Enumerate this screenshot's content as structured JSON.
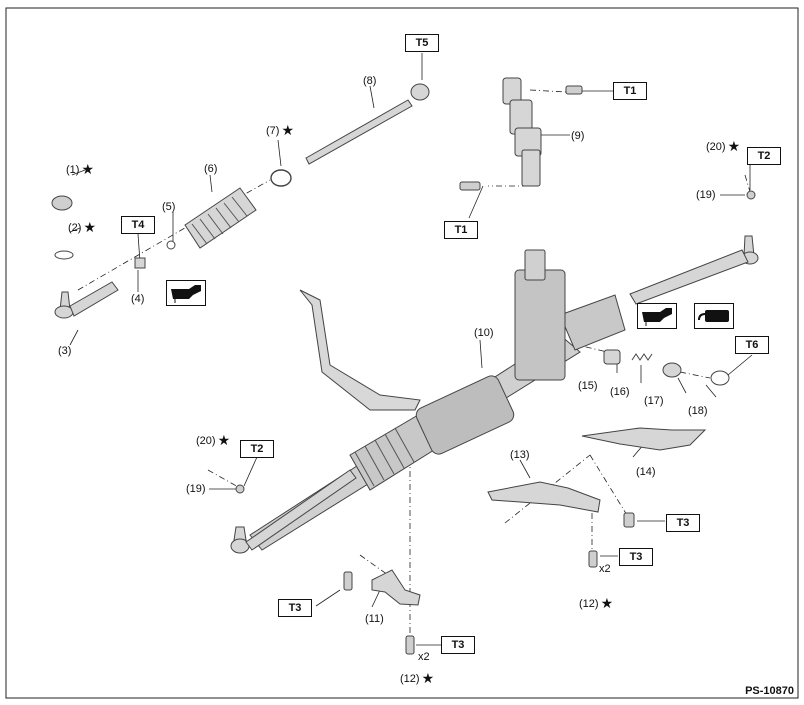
{
  "diagram": {
    "code": "PS-10870",
    "colors": {
      "part_fill": "#d6d6d6",
      "part_stroke": "#444444",
      "line": "#222222"
    },
    "parts": [
      {
        "id": "p1",
        "text": "(1)",
        "star": true
      },
      {
        "id": "p2",
        "text": "(2)",
        "star": true
      },
      {
        "id": "p3",
        "text": "(3)",
        "star": false
      },
      {
        "id": "p4",
        "text": "(4)",
        "star": false
      },
      {
        "id": "p5",
        "text": "(5)",
        "star": false
      },
      {
        "id": "p6",
        "text": "(6)",
        "star": false
      },
      {
        "id": "p7",
        "text": "(7)",
        "star": true
      },
      {
        "id": "p8",
        "text": "(8)",
        "star": false
      },
      {
        "id": "p9",
        "text": "(9)",
        "star": false
      },
      {
        "id": "p10",
        "text": "(10)",
        "star": false
      },
      {
        "id": "p11",
        "text": "(11)",
        "star": false
      },
      {
        "id": "p12a",
        "text": "(12)",
        "star": true
      },
      {
        "id": "p12b",
        "text": "(12)",
        "star": true
      },
      {
        "id": "p13",
        "text": "(13)",
        "star": false
      },
      {
        "id": "p14",
        "text": "(14)",
        "star": false
      },
      {
        "id": "p15",
        "text": "(15)",
        "star": false
      },
      {
        "id": "p16",
        "text": "(16)",
        "star": false
      },
      {
        "id": "p17",
        "text": "(17)",
        "star": false
      },
      {
        "id": "p18",
        "text": "(18)",
        "star": false
      },
      {
        "id": "p19a",
        "text": "(19)",
        "star": false
      },
      {
        "id": "p19b",
        "text": "(19)",
        "star": false
      },
      {
        "id": "p20a",
        "text": "(20)",
        "star": true
      },
      {
        "id": "p20b",
        "text": "(20)",
        "star": true
      }
    ],
    "torques": [
      {
        "id": "t5",
        "text": "T5"
      },
      {
        "id": "t1a",
        "text": "T1"
      },
      {
        "id": "t1b",
        "text": "T1"
      },
      {
        "id": "t2a",
        "text": "T2"
      },
      {
        "id": "t4",
        "text": "T4"
      },
      {
        "id": "t6",
        "text": "T6"
      },
      {
        "id": "t2b",
        "text": "T2"
      },
      {
        "id": "t3a",
        "text": "T3"
      },
      {
        "id": "t3b",
        "text": "T3"
      },
      {
        "id": "t3c",
        "text": "T3"
      },
      {
        "id": "t3d",
        "text": "T3"
      }
    ],
    "qty": [
      {
        "id": "q1",
        "text": "x2"
      },
      {
        "id": "q2",
        "text": "x2"
      }
    ],
    "star_glyph": "★",
    "symbols": [
      {
        "id": "s1",
        "icon": "grease-icon"
      },
      {
        "id": "s2",
        "icon": "grease-icon"
      },
      {
        "id": "s3",
        "icon": "fluid-icon"
      }
    ]
  }
}
